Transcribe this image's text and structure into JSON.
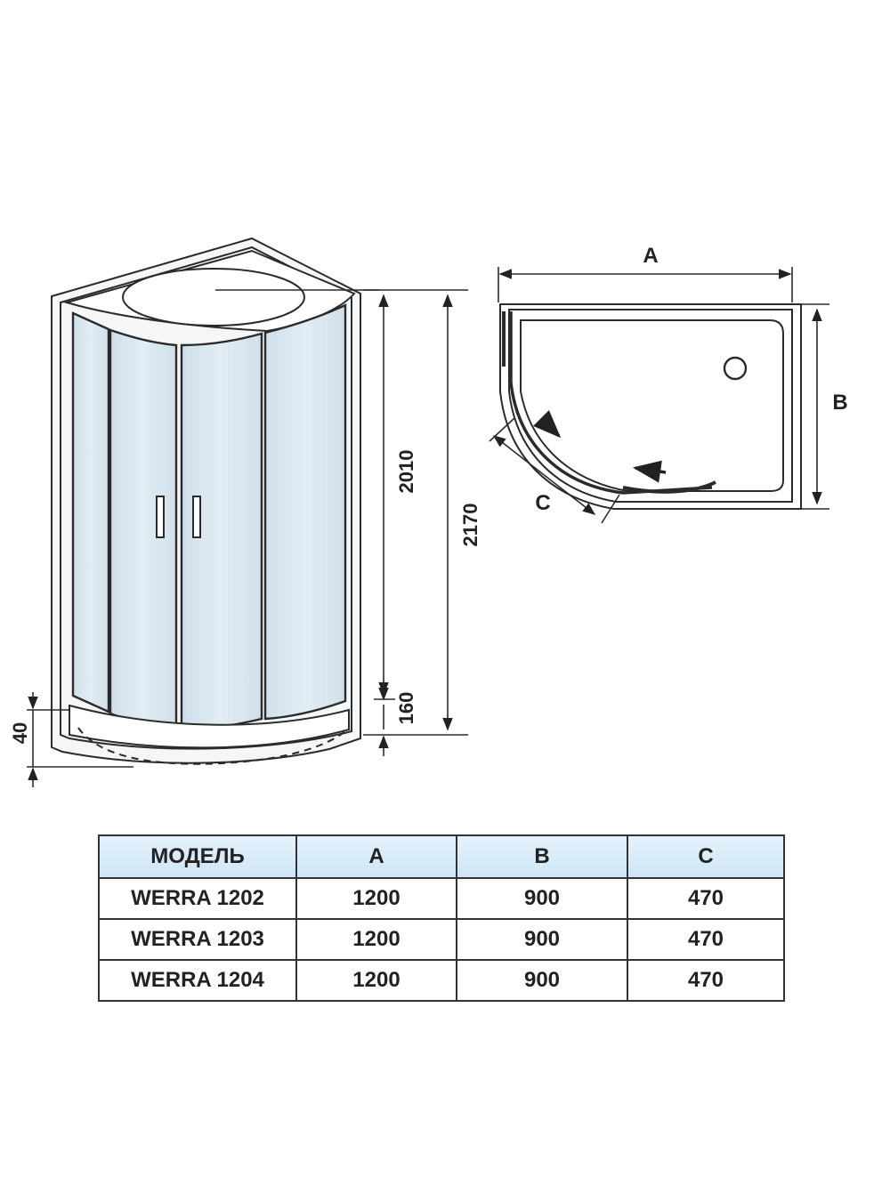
{
  "dimensions": {
    "height_total": "2170",
    "height_cabin": "2010",
    "height_tray": "160",
    "height_base": "40",
    "label_a": "A",
    "label_b": "B",
    "label_c": "C"
  },
  "table": {
    "headers": [
      "МОДЕЛЬ",
      "A",
      "B",
      "C"
    ],
    "rows": [
      [
        "WERRA 1202",
        "1200",
        "900",
        "470"
      ],
      [
        "WERRA 1203",
        "1200",
        "900",
        "470"
      ],
      [
        "WERRA 1204",
        "1200",
        "900",
        "470"
      ]
    ]
  },
  "colors": {
    "glass": "#dce8f0",
    "line": "#2b2b2b",
    "header_bg": "#d6eaf8"
  }
}
